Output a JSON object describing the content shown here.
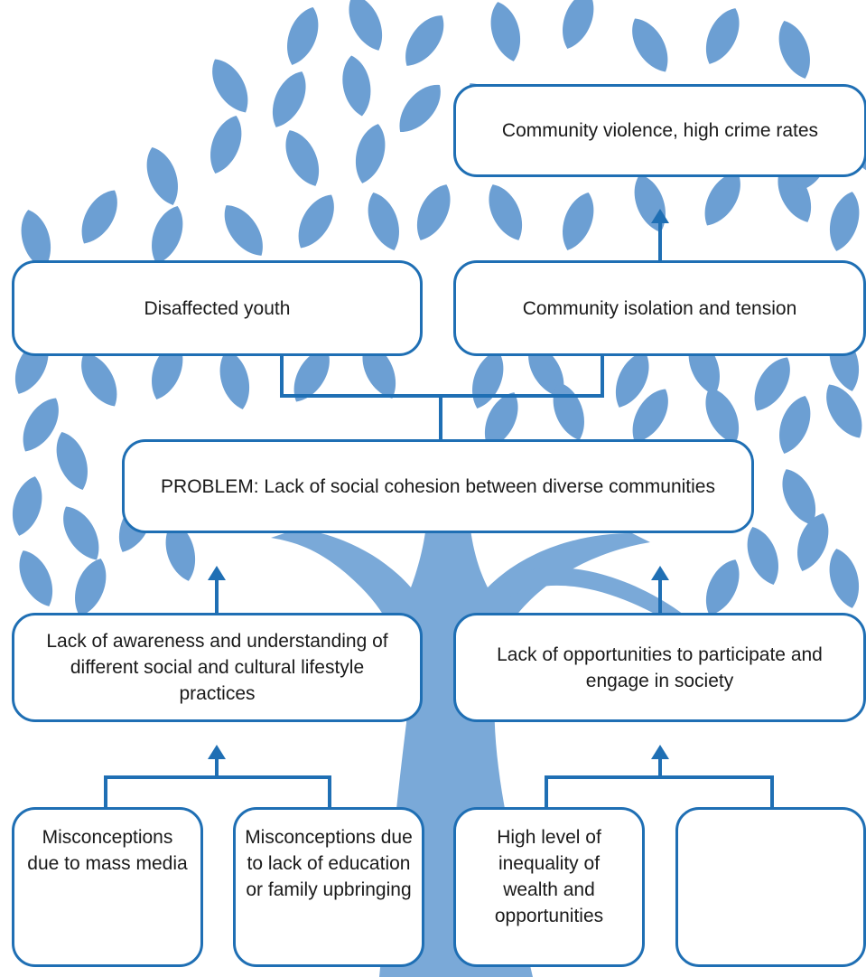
{
  "colors": {
    "leaf": "#6c9fd3",
    "trunk": "#7aa9d8",
    "border": "#1f6fb4",
    "text": "#1a1a1a"
  },
  "effects": {
    "violence": "Community violence, high crime rates",
    "disaffected_youth": "Disaffected youth",
    "isolation": "Community isolation and tension"
  },
  "problem": "PROBLEM: Lack of social cohesion between diverse communities",
  "causes": {
    "awareness": "Lack of awareness and understanding of different social and cultural lifestyle practices",
    "opportunities": "Lack of opportunities to participate and engage in society"
  },
  "root_causes": {
    "mass_media": "Misconceptions due to mass media",
    "education": "Misconceptions due to lack of education or family upbringing",
    "inequality": "High level of inequality of wealth and opportunities",
    "blank": ""
  }
}
